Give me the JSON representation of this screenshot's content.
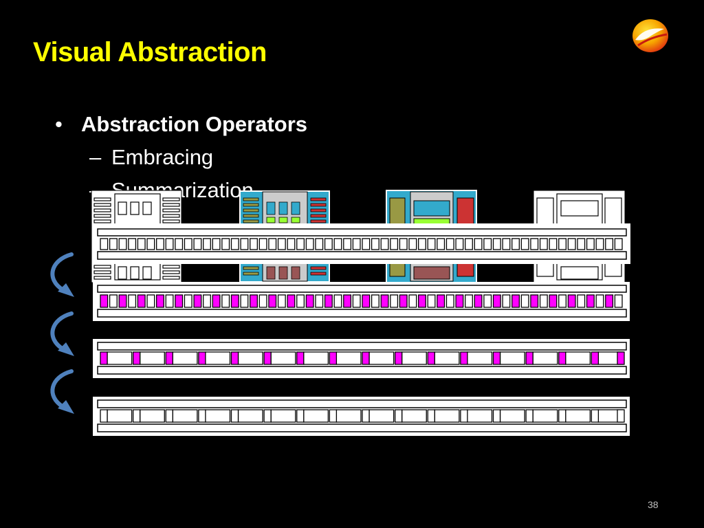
{
  "slide": {
    "title": "Visual Abstraction",
    "page_number": "38"
  },
  "content": {
    "bullet": {
      "symbol": "•",
      "text": "Abstraction Operators"
    },
    "sub_items": [
      {
        "dash": "–",
        "text": "Embracing"
      },
      {
        "dash": "–",
        "text": "Summarization"
      }
    ]
  },
  "colors": {
    "title": "#FFFF00",
    "background": "#000000",
    "highlight": "#FF00FF",
    "arrow": "#4F81BD",
    "cyan": "#33AACC",
    "lime": "#99FF33",
    "red": "#CC3333",
    "olive": "#999944",
    "mauve": "#995555"
  },
  "strips": [
    {
      "pattern": "plain-dense"
    },
    {
      "pattern": "magenta-dense"
    },
    {
      "pattern": "magenta-sparse"
    },
    {
      "pattern": "plain-sparse"
    }
  ],
  "arrows": [
    {
      "icon": "curved-down-arrow-icon"
    },
    {
      "icon": "curved-down-arrow-icon"
    },
    {
      "icon": "curved-down-arrow-icon"
    }
  ]
}
